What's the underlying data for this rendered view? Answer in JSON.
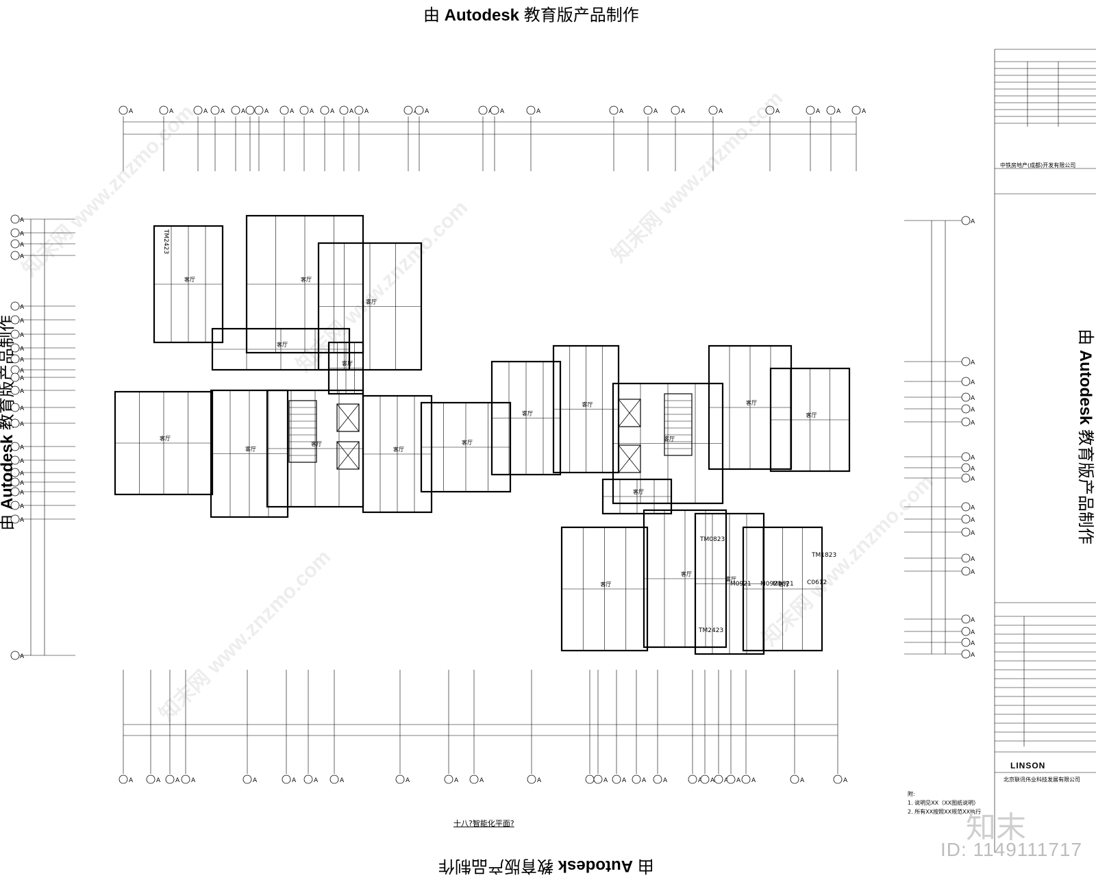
{
  "stamp": {
    "prefix": "由 ",
    "brand": "Autodesk",
    "suffix": " 教育版产品制作"
  },
  "drawing": {
    "caption": "十八?智能化平面?",
    "axis_marker": "A",
    "notes": [
      "附:",
      "1. 说明见XX（XX图纸说明）",
      "2. 所有XX按照XX规范XX执行"
    ],
    "door_tags": [
      "TM2423",
      "TM1823",
      "M0921",
      "M0821",
      "C0612",
      "TM0823",
      "M0921",
      "M0821"
    ],
    "room_label": "客厅"
  },
  "title_block": {
    "client": "中铁房地产(成都)开发有限公司",
    "logo": "LINSON",
    "company": "北京联讯伟业科技发展有限公司"
  },
  "watermark": {
    "site": "www.znzmo.com",
    "cn": "知末网",
    "brand": "知末",
    "id": "ID: 1149111717"
  }
}
